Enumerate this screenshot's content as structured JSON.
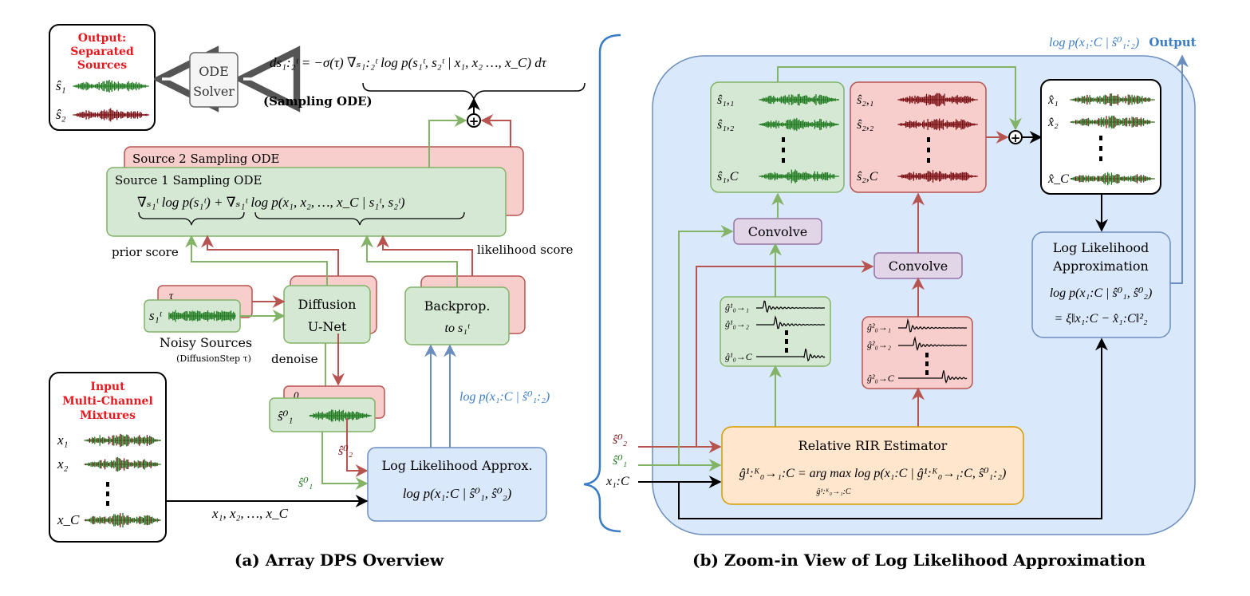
{
  "colors": {
    "green_fill": "#d5e8d4",
    "green_stroke": "#82b366",
    "red_fill": "#f8cecc",
    "red_stroke": "#b85450",
    "blue_fill": "#dae8fc",
    "blue_stroke": "#6c8ebf",
    "purple_fill": "#e1d5e7",
    "purple_stroke": "#9673a6",
    "orange_fill": "#ffe6cc",
    "orange_stroke": "#d79b00",
    "gray_fill": "#f5f5f5",
    "gray_stroke": "#666666",
    "accent_red": "#e6191f",
    "accent_blue": "#3b7dc4",
    "wave_green": "#1f7a1f",
    "wave_red": "#7a0f14"
  },
  "panel_a": {
    "caption": "(a) Array DPS Overview",
    "output_box": {
      "title_lines": [
        "Output:",
        "Separated",
        "Sources"
      ],
      "rows": [
        "ŝ₁",
        "ŝ₂"
      ]
    },
    "ode_solver": [
      "ODE",
      "Solver"
    ],
    "sampling_equation": "ds₁:₂ᵗ = −σ(τ) ∇ₛ₁:₂ᵗ log p(s₁ᵗ, s₂ᵗ | x₁, x₂ …, x_C) dτ",
    "sampling_ode_label": "(Sampling ODE)",
    "source2_title": "Source 2 Sampling ODE",
    "source1_title": "Source 1 Sampling ODE",
    "score_equation": "∇ₛ₁ᵗ log p(s₁ᵗ) + ∇ₛ₁ᵗ log p(x₁, x₂, …, x_C | s₁ᵗ, s₂ᵗ)",
    "prior_score": "prior score",
    "likelihood_score": "likelihood score",
    "noisy_label": "s₁ᵗ",
    "noisy_back_label": "τ",
    "noisy_caption": "Noisy Sources",
    "noisy_subcaption": "(DiffusionStep τ)",
    "unet": [
      "Diffusion",
      "U-Net"
    ],
    "denoise": "denoise",
    "backprop": [
      "Backprop.",
      "to s₁ᵗ"
    ],
    "likelihood_side_label": "log p(x₁:C | ŝ⁰₁:₂)",
    "clean_label": "ŝ⁰₁",
    "clean_back_label": "0",
    "s2_hat_label": "ŝ⁰₂",
    "s1_hat_label": "ŝ⁰₁",
    "input_box": {
      "title_lines": [
        "Input",
        "Multi-Channel",
        "Mixtures"
      ],
      "rows": [
        "x₁",
        "x₂",
        "x_C"
      ]
    },
    "mixture_arrow_label": "x₁, x₂, …, x_C",
    "llh_box": {
      "title": "Log Likelihood Approx.",
      "formula": "log p(x₁:C | ŝ⁰₁, ŝ⁰₂)"
    }
  },
  "panel_b": {
    "caption": "(b) Zoom-in View of Log Likelihood Approximation",
    "top_label": "log p(x₁:C | ŝ⁰₁:₂)",
    "output_label": "Output",
    "green_rows": [
      "ŝ₁,₁",
      "ŝ₁,₂",
      "ŝ₁,C"
    ],
    "red_rows": [
      "ŝ₂,₁",
      "ŝ₂,₂",
      "ŝ₂,C"
    ],
    "x_rows": [
      "x̂₁",
      "x̂₂",
      "x̂_C"
    ],
    "convolve1": "Convolve",
    "convolve2": "Convolve",
    "rir1_rows": [
      "ĝ¹₀→₁",
      "ĝ¹₀→₂",
      "ĝ¹₀→C"
    ],
    "rir2_rows": [
      "ĝ²₀→₁",
      "ĝ²₀→₂",
      "ĝ²₀→C"
    ],
    "llh_box": {
      "title_lines": [
        "Log Likelihood",
        "Approximation"
      ],
      "formula1": "log p(x₁:C | ŝ⁰₁, ŝ⁰₂)",
      "formula2": "= ξ‖x₁:C − x̂₁:C‖²₂"
    },
    "estimator": {
      "title": "Relative RIR Estimator",
      "formula": "ĝ¹:ᴷ₀→₁:C = arg max log p(x₁:C | ĝ¹:ᴷ₀→₁:C, ŝ⁰₁:₂)",
      "subscript": "ĝ¹:ᴷ₀→₁:C"
    },
    "inputs": [
      "ŝ⁰₂",
      "ŝ⁰₁",
      "x₁:C"
    ]
  }
}
